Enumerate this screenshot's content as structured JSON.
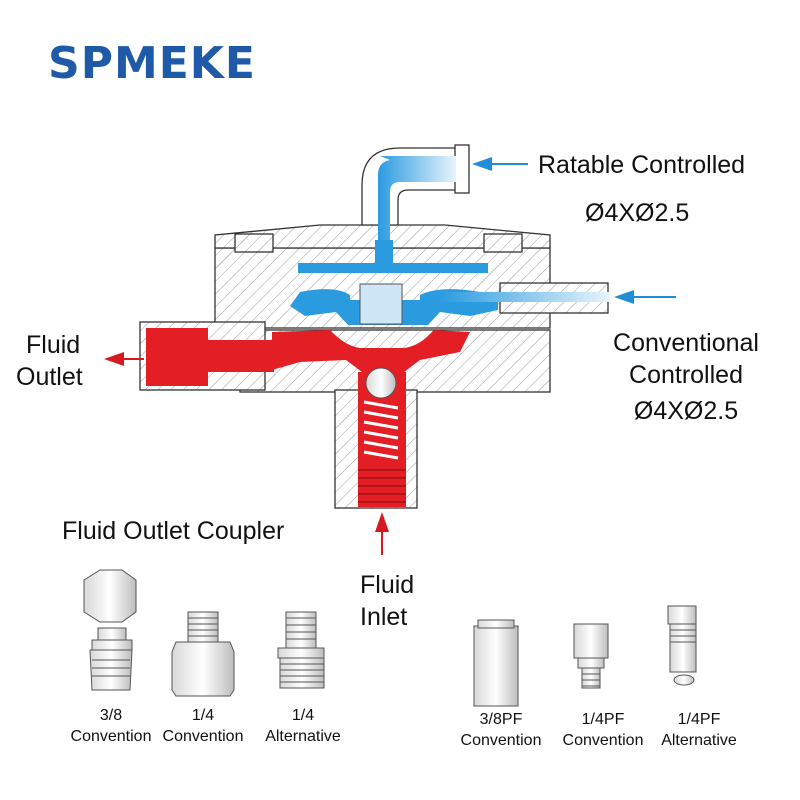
{
  "brand": "SPMEKE",
  "labels": {
    "ratable_title": "Ratable Controlled",
    "ratable_size": "Ø4XØ2.5",
    "conventional_title1": "Conventional",
    "conventional_title2": "Controlled",
    "conventional_size": "Ø4XØ2.5",
    "fluid_outlet_line1": "Fluid",
    "fluid_outlet_line2": "Outlet",
    "fluid_inlet_line1": "Fluid",
    "fluid_inlet_line2": "Inlet",
    "coupler_title": "Fluid Outlet Coupler"
  },
  "couplers": [
    {
      "size": "3/8",
      "type": "Convention"
    },
    {
      "size": "1/4",
      "type": "Convention"
    },
    {
      "size": "1/4",
      "type": "Alternative"
    },
    {
      "size": "3/8PF",
      "type": "Convention"
    },
    {
      "size": "1/4PF",
      "type": "Convention"
    },
    {
      "size": "1/4PF",
      "type": "Alternative"
    }
  ],
  "colors": {
    "brand": "#1e5aa8",
    "fluid": "#e31e24",
    "air": "#2b9be0",
    "arrow_red": "#d7191f",
    "arrow_blue": "#1f8ed6"
  }
}
